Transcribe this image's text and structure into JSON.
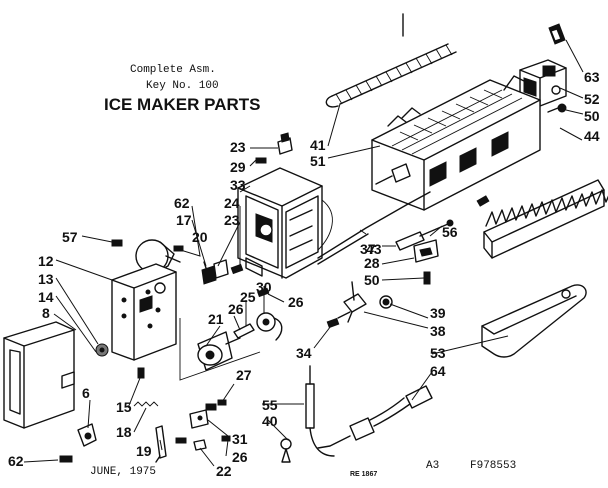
{
  "header": {
    "complete_asm": "Complete Asm.",
    "key_no": "Key No. 100",
    "title": "ICE MAKER PARTS"
  },
  "footer": {
    "date": "JUNE, 1975",
    "code_a3": "A3",
    "figure_id": "F978553",
    "stamp": "RE 1867"
  },
  "callouts": {
    "c63": "63",
    "c52": "52",
    "c50a": "50",
    "c44": "44",
    "c41": "41",
    "c51": "51",
    "c23a": "23",
    "c29": "29",
    "c33": "33",
    "c24": "24",
    "c23b": "23",
    "c62a": "62",
    "c17": "17",
    "c20": "20",
    "c57": "57",
    "c37": "37",
    "c43": "43",
    "c56": "56",
    "c28": "28",
    "c50b": "50",
    "c12": "12",
    "c13": "13",
    "c14": "14",
    "c8": "8",
    "c30": "30",
    "c25": "25",
    "c26a": "26",
    "c26b": "26",
    "c21": "21",
    "c39": "39",
    "c38": "38",
    "c34": "34",
    "c53": "53",
    "c64": "64",
    "c6": "6",
    "c15": "15",
    "c18": "18",
    "c19": "19",
    "c27": "27",
    "c55": "55",
    "c40": "40",
    "c31": "31",
    "c26c": "26",
    "c22": "22",
    "c62b": "62"
  }
}
